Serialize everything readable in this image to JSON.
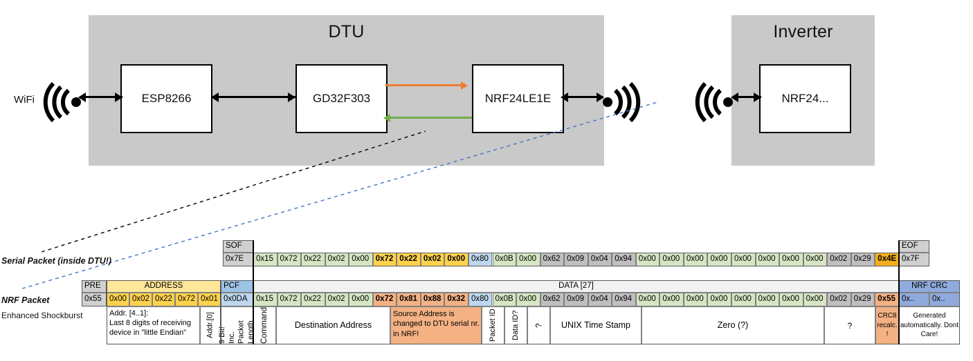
{
  "diagram": {
    "dtu": {
      "title": "DTU",
      "chips": [
        "ESP8266",
        "GD32F303",
        "NRF24LE1E"
      ],
      "wifi_label": "WiFi"
    },
    "inverter": {
      "title": "Inverter",
      "chips": [
        "NRF24..."
      ]
    },
    "colors": {
      "enclosure": "#c9c9c9",
      "orange_arrow": "#ED7D31",
      "green_arrow": "#70AD47",
      "black_arrow": "#000000",
      "serial_dash": "#000000",
      "nrf_dash": "#4472C4"
    }
  },
  "serial_packet": {
    "label": "Serial Packet (inside DTU!)",
    "sof_header": "SOF",
    "sof_value": "0x7E",
    "eof_header": "EOF",
    "eof_value": "0x7F",
    "bytes": [
      {
        "v": "0x15",
        "c": "green"
      },
      {
        "v": "0x72",
        "c": "green"
      },
      {
        "v": "0x22",
        "c": "green"
      },
      {
        "v": "0x02",
        "c": "green"
      },
      {
        "v": "0x00",
        "c": "green"
      },
      {
        "v": "0x72",
        "c": "yellow",
        "b": true
      },
      {
        "v": "0x22",
        "c": "yellow",
        "b": true
      },
      {
        "v": "0x02",
        "c": "yellow",
        "b": true
      },
      {
        "v": "0x00",
        "c": "yellow",
        "b": true
      },
      {
        "v": "0x80",
        "c": "blue"
      },
      {
        "v": "0x0B",
        "c": "green"
      },
      {
        "v": "0x00",
        "c": "green"
      },
      {
        "v": "0x62",
        "c": "grey"
      },
      {
        "v": "0x09",
        "c": "grey"
      },
      {
        "v": "0x04",
        "c": "grey"
      },
      {
        "v": "0x94",
        "c": "grey"
      },
      {
        "v": "0x00",
        "c": "green"
      },
      {
        "v": "0x00",
        "c": "green"
      },
      {
        "v": "0x00",
        "c": "green"
      },
      {
        "v": "0x00",
        "c": "green"
      },
      {
        "v": "0x00",
        "c": "green"
      },
      {
        "v": "0x00",
        "c": "green"
      },
      {
        "v": "0x00",
        "c": "green"
      },
      {
        "v": "0x00",
        "c": "green"
      },
      {
        "v": "0x02",
        "c": "grey"
      },
      {
        "v": "0x29",
        "c": "grey"
      },
      {
        "v": "0x4E",
        "c": "amber",
        "b": true
      }
    ]
  },
  "nrf_packet": {
    "label": "NRF Packet",
    "sublabel": "Enhanced Shockburst",
    "headers": {
      "pre": "PRE",
      "address": "ADDRESS",
      "pcf": "PCF",
      "data": "DATA [27]",
      "crc": "NRF CRC"
    },
    "pre_value": "0x55",
    "address_values": [
      "0x00",
      "0x02",
      "0x22",
      "0x72",
      "0x01"
    ],
    "pcf_value": "0x0DA",
    "crc_values": [
      "0x..",
      "0x.."
    ],
    "bytes": [
      {
        "v": "0x15",
        "c": "green"
      },
      {
        "v": "0x72",
        "c": "green"
      },
      {
        "v": "0x22",
        "c": "green"
      },
      {
        "v": "0x02",
        "c": "green"
      },
      {
        "v": "0x00",
        "c": "green"
      },
      {
        "v": "0x72",
        "c": "salmon",
        "b": true
      },
      {
        "v": "0x81",
        "c": "salmon",
        "b": true
      },
      {
        "v": "0x88",
        "c": "salmon",
        "b": true
      },
      {
        "v": "0x32",
        "c": "salmon",
        "b": true
      },
      {
        "v": "0x80",
        "c": "blue"
      },
      {
        "v": "0x0B",
        "c": "green"
      },
      {
        "v": "0x00",
        "c": "green"
      },
      {
        "v": "0x62",
        "c": "grey"
      },
      {
        "v": "0x09",
        "c": "grey"
      },
      {
        "v": "0x04",
        "c": "grey"
      },
      {
        "v": "0x94",
        "c": "grey"
      },
      {
        "v": "0x00",
        "c": "green"
      },
      {
        "v": "0x00",
        "c": "green"
      },
      {
        "v": "0x00",
        "c": "green"
      },
      {
        "v": "0x00",
        "c": "green"
      },
      {
        "v": "0x00",
        "c": "green"
      },
      {
        "v": "0x00",
        "c": "green"
      },
      {
        "v": "0x00",
        "c": "green"
      },
      {
        "v": "0x00",
        "c": "green"
      },
      {
        "v": "0x02",
        "c": "grey"
      },
      {
        "v": "0x29",
        "c": "grey"
      },
      {
        "v": "0x55",
        "c": "salmon",
        "b": true
      }
    ],
    "annotations": {
      "address": "Addr. [4..1]:\nLast 8 digits of receiving\ndevice in \"little Endian\"",
      "address_last": "Addr.[0]",
      "pcf": "9 Bit!\nInc. Packet\nLength",
      "command": "Command",
      "destination": "Destination Address",
      "source": "Source Address is changed to DTU serial nr. in NRF!",
      "packet_id": "Packet ID",
      "data_id": "Data ID?",
      "unknown1": "?",
      "timestamp": "UNIX Time Stamp",
      "zero": "Zero (?)",
      "unknown2": "?",
      "crc8": "CRC8 recalc. !",
      "nrf_crc": "Generated automatically. Dont Care!"
    }
  },
  "palette": {
    "green": "#D6E5C3",
    "yellow": "#FFD24D",
    "amber": "#F5AE1B",
    "blue": "#BDD7EE",
    "grey": "#BFBFBF",
    "salmon": "#F4B183",
    "header_grey": "#D0D0D0",
    "header_yellow": "#FFE699",
    "header_blue": "#9DC3E6",
    "data_band": "#F2F2F2",
    "crc_blue": "#8FAADC"
  }
}
